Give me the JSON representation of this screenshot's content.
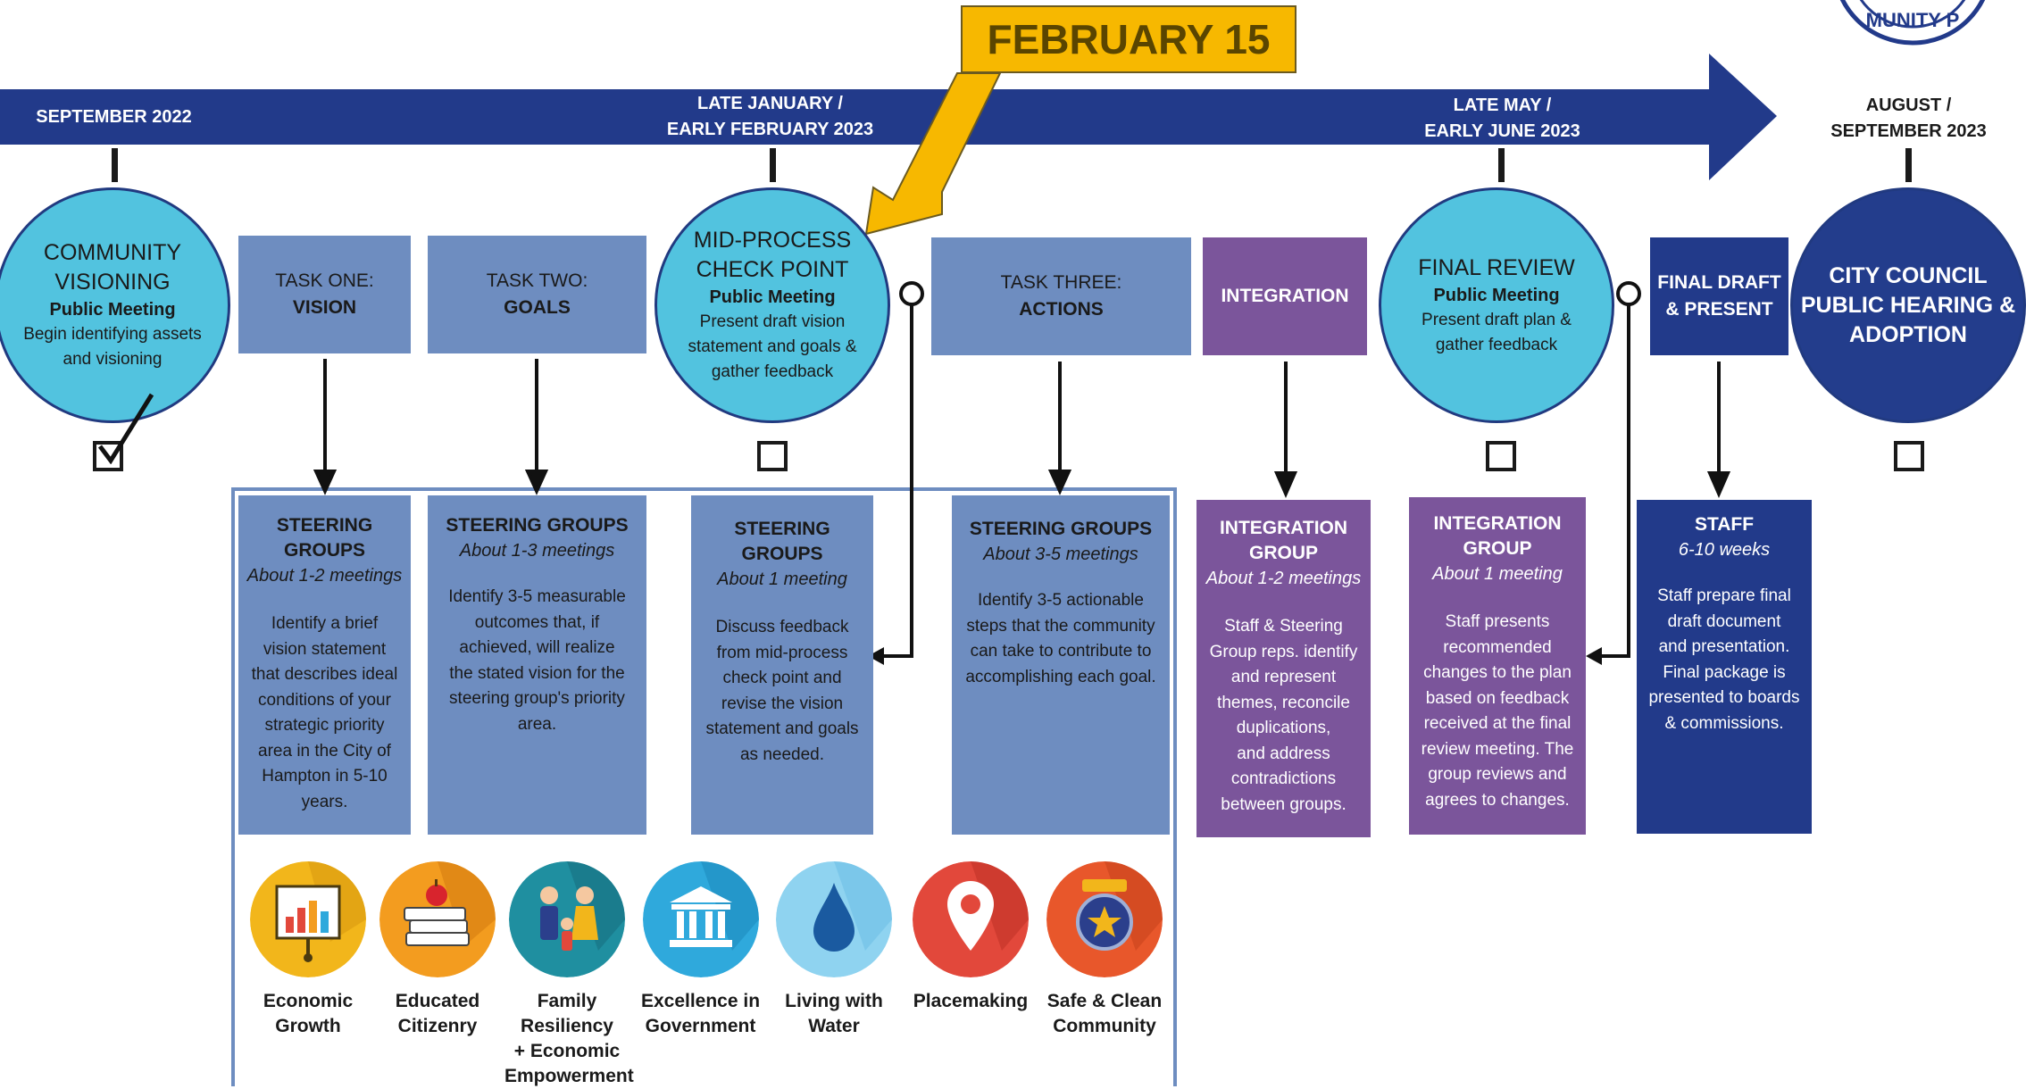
{
  "callout": {
    "label": "FEBRUARY 15"
  },
  "timeline": {
    "dates": [
      {
        "id": "sep-2022",
        "line1": "SEPTEMBER 2022",
        "line2": ""
      },
      {
        "id": "jan-feb-2023",
        "line1": "LATE JANUARY /",
        "line2": "EARLY FEBRUARY 2023"
      },
      {
        "id": "may-jun-2023",
        "line1": "LATE MAY /",
        "line2": "EARLY JUNE 2023"
      },
      {
        "id": "aug-sep-2023",
        "line1": "AUGUST /",
        "line2": "SEPTEMBER 2023"
      }
    ]
  },
  "milestones": {
    "visioning": {
      "title1": "COMMUNITY",
      "title2": "VISIONING",
      "sub": "Public Meeting",
      "desc1": "Begin identifying assets",
      "desc2": "and visioning",
      "checked": true
    },
    "midprocess": {
      "title1": "MID-PROCESS",
      "title2": "CHECK POINT",
      "sub": "Public Meeting",
      "desc1": "Present draft vision",
      "desc2": "statement and goals &",
      "desc3": "gather feedback",
      "checked": false
    },
    "finalreview": {
      "title1": "FINAL REVIEW",
      "sub": "Public Meeting",
      "desc1": "Present draft plan &",
      "desc2": "gather feedback",
      "checked": false
    },
    "council": {
      "title1": "CITY COUNCIL",
      "title2": "PUBLIC HEARING &",
      "title3": "ADOPTION",
      "checked": false
    }
  },
  "tasks": {
    "one": {
      "line1": "TASK ONE:",
      "line2": "VISION"
    },
    "two": {
      "line1": "TASK TWO:",
      "line2": "GOALS"
    },
    "three": {
      "line1": "TASK THREE:",
      "line2": "ACTIONS"
    },
    "integration": {
      "line1": "INTEGRATION"
    },
    "finaldraft": {
      "line1": "FINAL DRAFT",
      "line2": "& PRESENT"
    }
  },
  "details": {
    "sg1": {
      "head1": "STEERING",
      "head2": "GROUPS",
      "freq": "About 1-2 meetings",
      "body": [
        "Identify a brief",
        "vision statement",
        "that describes ideal",
        "conditions of your",
        "strategic priority",
        "area in the City of",
        "Hampton in 5-10",
        "years."
      ]
    },
    "sg2": {
      "head1": "STEERING GROUPS",
      "head2": "",
      "freq": "About 1-3 meetings",
      "body": [
        "Identify 3-5 measurable",
        "outcomes that, if",
        "achieved, will realize",
        "the stated vision for the",
        "steering group's priority",
        "area."
      ]
    },
    "sg3": {
      "head1": "STEERING",
      "head2": "GROUPS",
      "freq": "About 1 meeting",
      "body": [
        "Discuss feedback",
        "from mid-process",
        "check point and",
        "revise the vision",
        "statement and goals",
        "as needed."
      ]
    },
    "sg4": {
      "head1": "STEERING GROUPS",
      "head2": "",
      "freq": "About 3-5 meetings",
      "body": [
        "Identify 3-5 actionable",
        "steps that the community",
        "can take to contribute to",
        "accomplishing each goal."
      ]
    },
    "ig1": {
      "head1": "INTEGRATION",
      "head2": "GROUP",
      "freq": "About 1-2 meetings",
      "body": [
        "Staff & Steering",
        "Group reps. identify",
        "and represent",
        "themes, reconcile",
        "duplications,",
        "and address",
        "contradictions",
        "between groups."
      ]
    },
    "ig2": {
      "head1": "INTEGRATION",
      "head2": "GROUP",
      "freq": "About 1 meeting",
      "body": [
        "Staff presents",
        "recommended",
        "changes to the plan",
        "based on feedback",
        "received at the final",
        "review meeting. The",
        "group reviews and",
        "agrees to changes."
      ]
    },
    "staff": {
      "head1": "STAFF",
      "head2": "",
      "freq": "6-10 weeks",
      "body": [
        "Staff prepare final",
        "draft document",
        "and presentation.",
        "Final package is",
        "presented to boards",
        "& commissions."
      ]
    }
  },
  "categories": [
    {
      "id": "economic",
      "line1": "Economic",
      "line2": "Growth",
      "line3": "",
      "line4": "",
      "icon": "presentation-chart-icon",
      "color": "#f2b61b"
    },
    {
      "id": "educated",
      "line1": "Educated",
      "line2": "Citizenry",
      "line3": "",
      "line4": "",
      "icon": "books-apple-icon",
      "color": "#f39c1f"
    },
    {
      "id": "family",
      "line1": "Family",
      "line2": "Resiliency",
      "line3": "+ Economic",
      "line4": "Empowerment",
      "icon": "family-icon",
      "color": "#1f8fa0"
    },
    {
      "id": "excellence",
      "line1": "Excellence in",
      "line2": "Government",
      "line3": "",
      "line4": "",
      "icon": "government-building-icon",
      "color": "#2fa9dc"
    },
    {
      "id": "water",
      "line1": "Living with",
      "line2": "Water",
      "line3": "",
      "line4": "",
      "icon": "water-drop-icon",
      "color": "#8fd3f0"
    },
    {
      "id": "placemaking",
      "line1": "Placemaking",
      "line2": "",
      "line3": "",
      "line4": "",
      "icon": "map-pin-icon",
      "color": "#e2483b"
    },
    {
      "id": "safe",
      "line1": "Safe & Clean",
      "line2": "Community",
      "line3": "",
      "line4": "",
      "icon": "police-badge-icon",
      "color": "#e8572b"
    }
  ],
  "colors": {
    "navy": "#223a8a",
    "light_blue": "#52c3df",
    "task_blue": "#6e8dc0",
    "purple": "#7b559b",
    "callout": "#f7b800"
  }
}
